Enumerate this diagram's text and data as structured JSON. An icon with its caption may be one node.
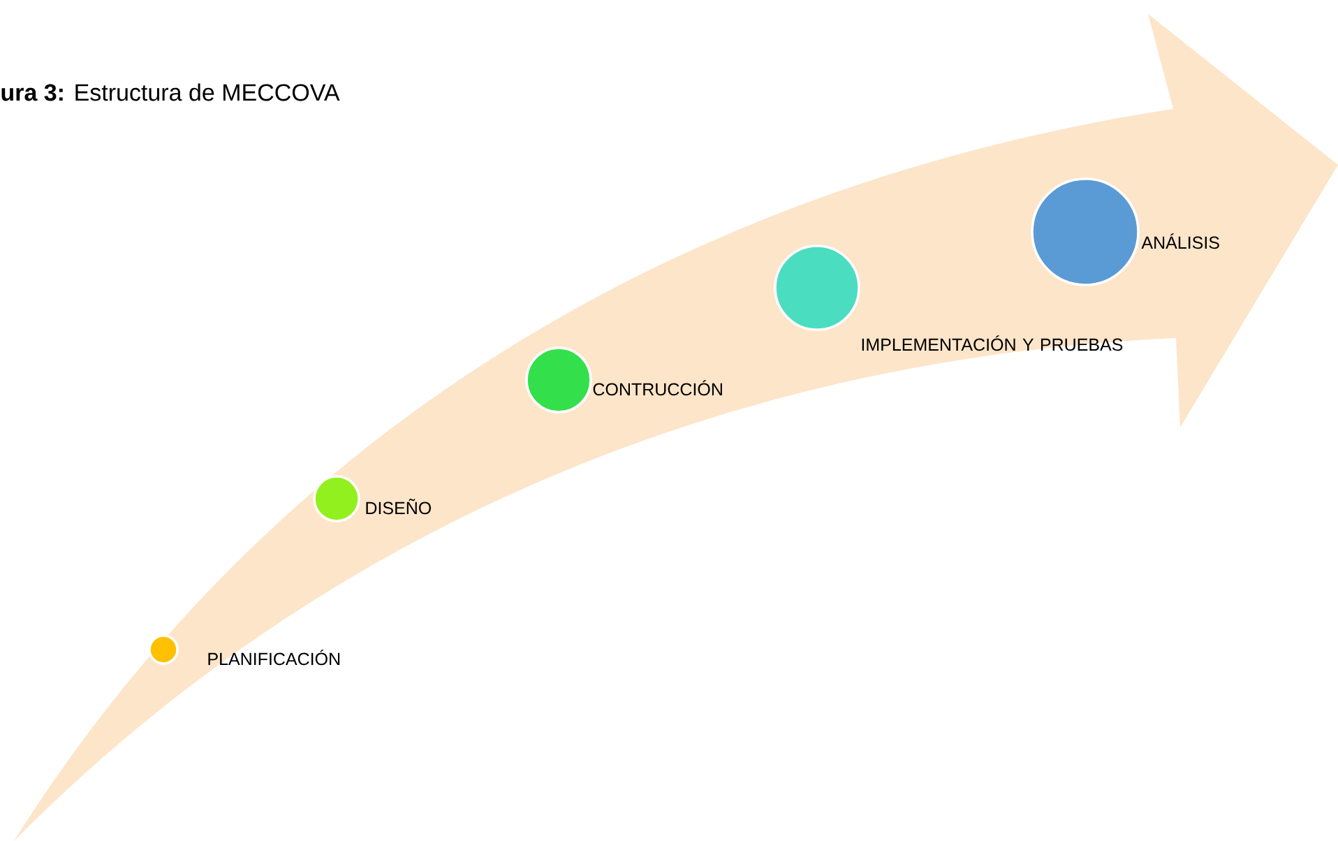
{
  "diagram": {
    "title": "**ura 3:** Estructura de MECCOVA",
    "nodes": [
      {
        "text": [],
        "shape": "circle",
        "beside": [
          "PLANIFICACIÓN"
        ]
      },
      {
        "text": [],
        "shape": "circle",
        "beside": [
          "DISEÑO"
        ]
      },
      {
        "text": [],
        "shape": "circle",
        "beside": [
          "CONTRUCCIÓN"
        ]
      },
      {
        "text": [],
        "shape": "circle",
        "beside": [
          "IMPLEMENTACIÓN Y PRUEBAS"
        ]
      },
      {
        "text": [],
        "shape": "circle",
        "beside": [
          "ANÁLISIS"
        ]
      }
    ]
  }
}
